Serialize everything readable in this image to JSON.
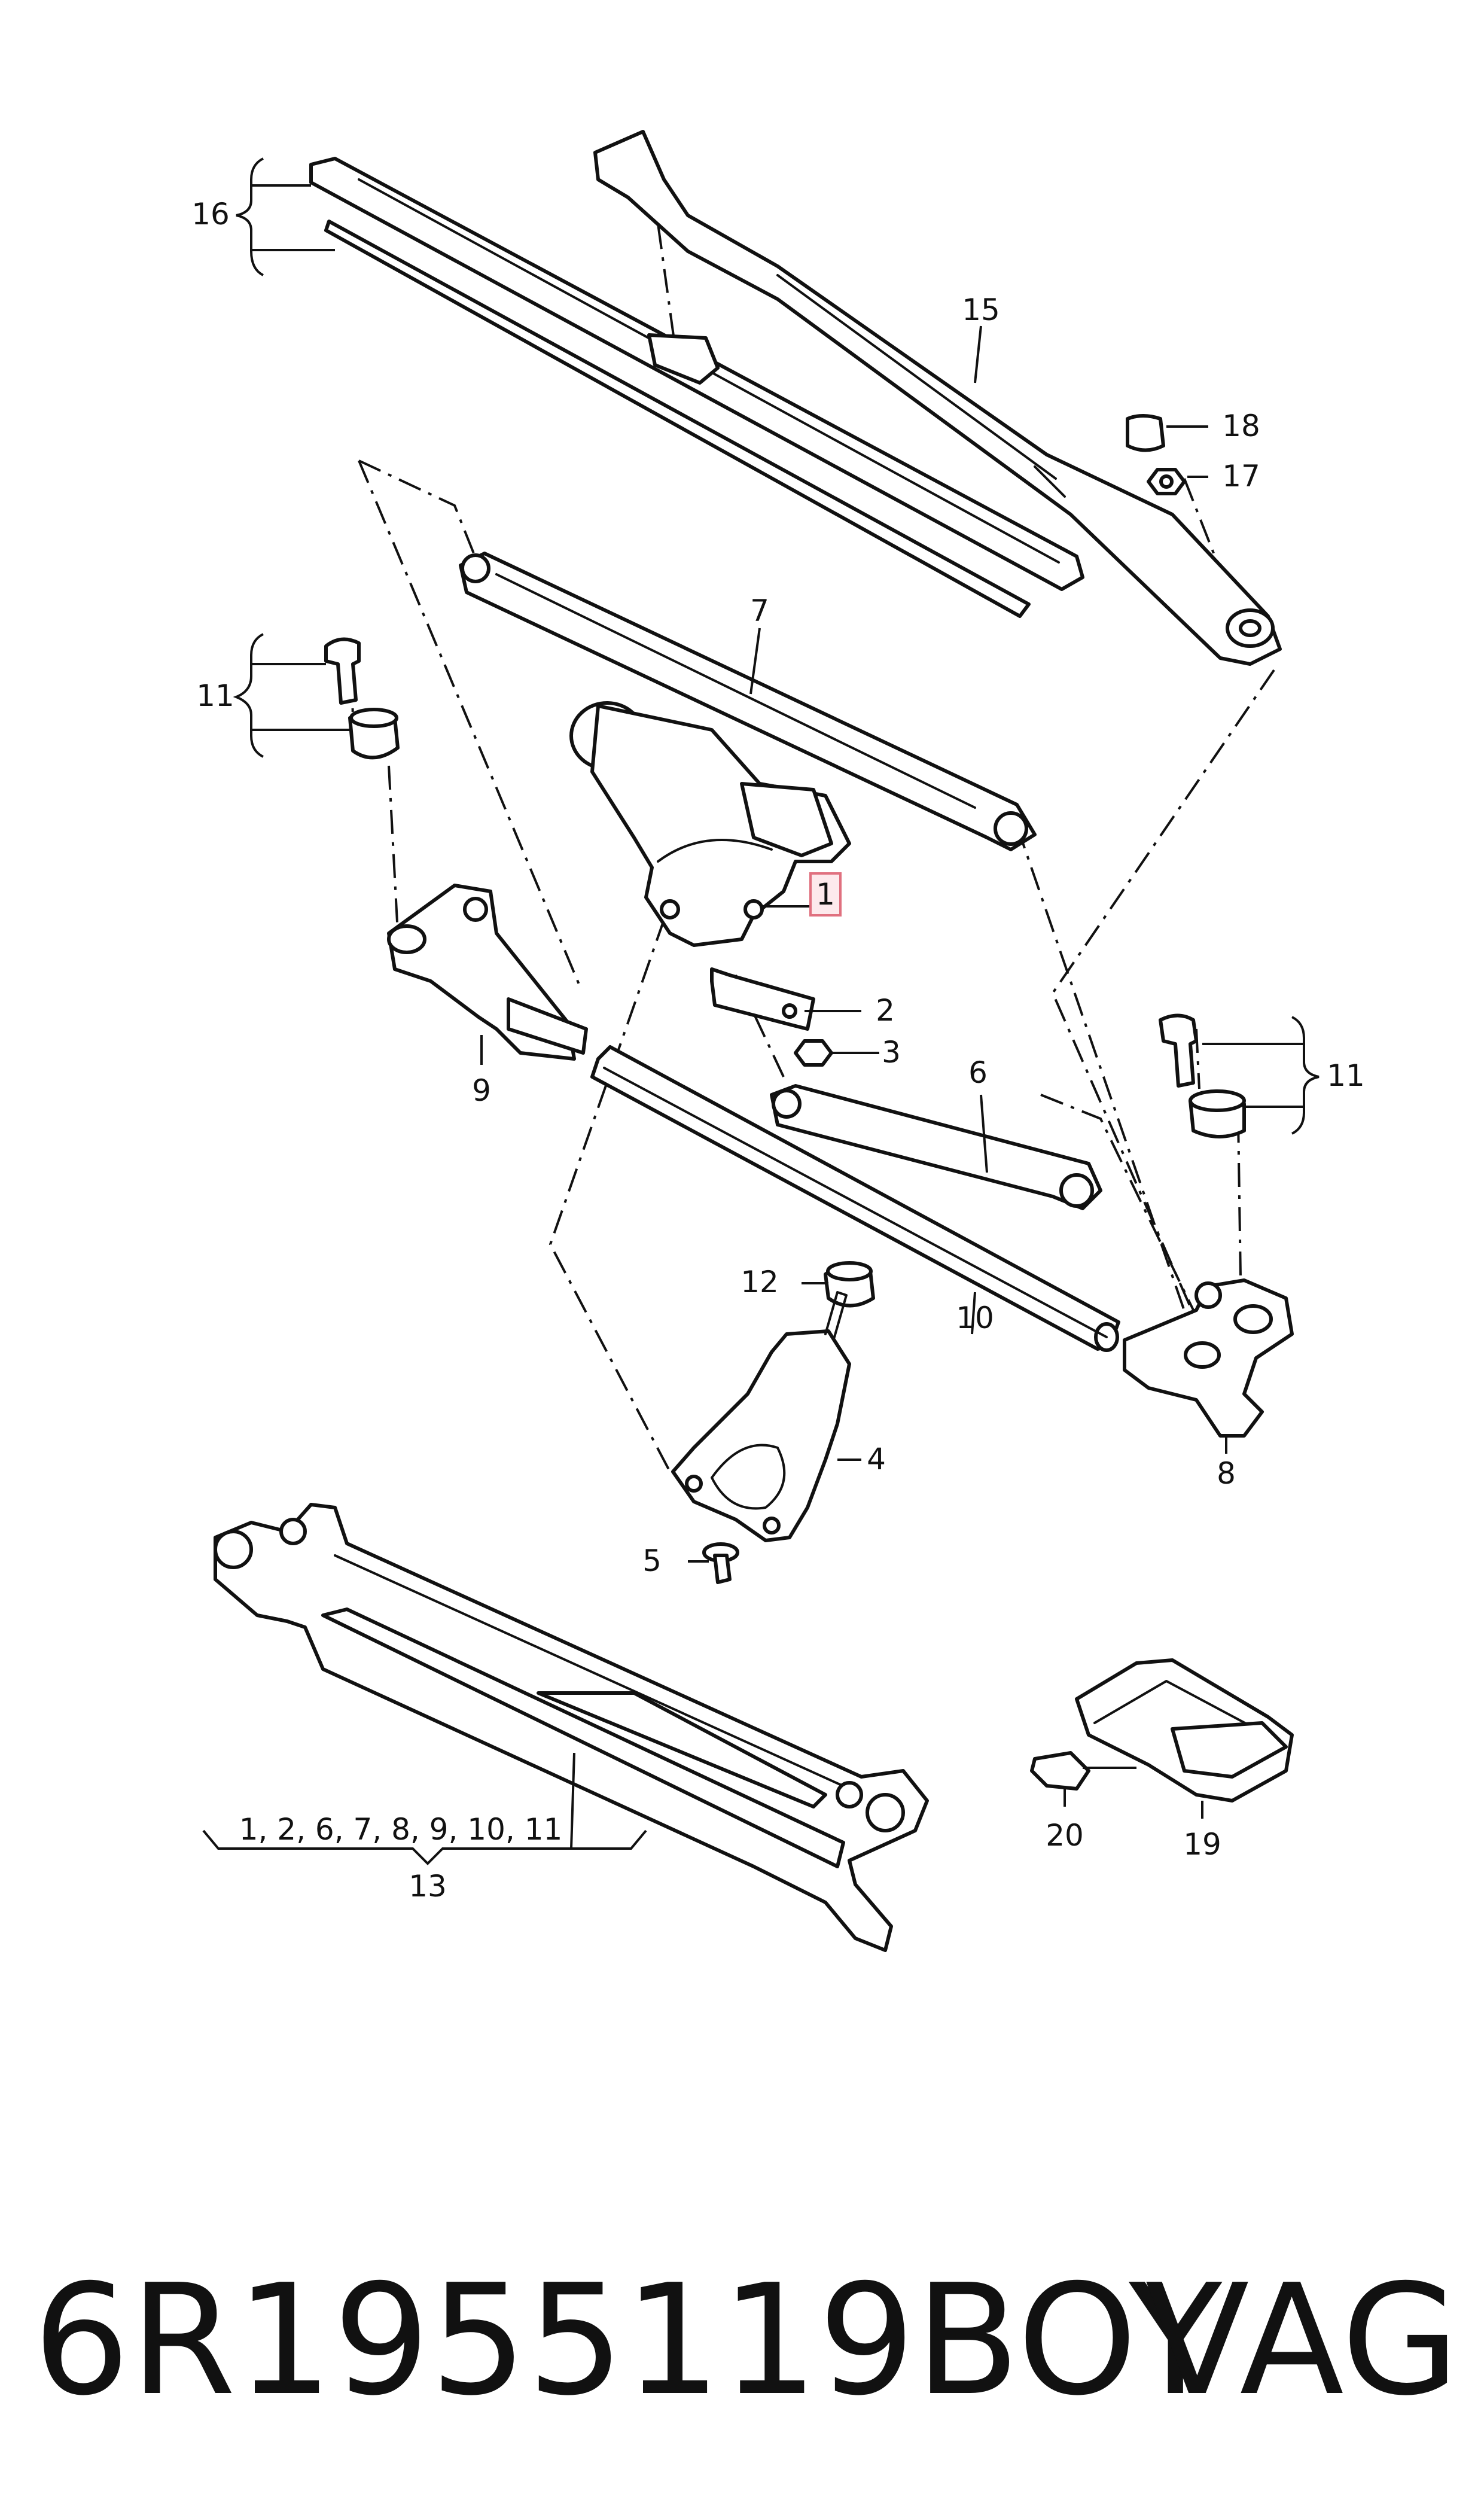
{
  "callouts": {
    "c1": "1",
    "c2": "2",
    "c3": "3",
    "c4": "4",
    "c5": "5",
    "c6": "6",
    "c7": "7",
    "c8": "8",
    "c9": "9",
    "c10": "10",
    "c11_left": "11",
    "c11_right": "11",
    "c12": "12",
    "c13": "13",
    "c13_group": "1, 2, 6, 7, 8, 9, 10, 11",
    "c15": "15",
    "c16": "16",
    "c17": "17",
    "c18": "18",
    "c19": "19",
    "c20": "20"
  },
  "highlighted_callout": "1",
  "footer": {
    "part_number": "6R1955119BOY",
    "brand": "VAG"
  },
  "colors": {
    "line": "#111111",
    "background": "#ffffff",
    "highlight_fill": "#fde9ec",
    "highlight_border": "#e0707f"
  }
}
